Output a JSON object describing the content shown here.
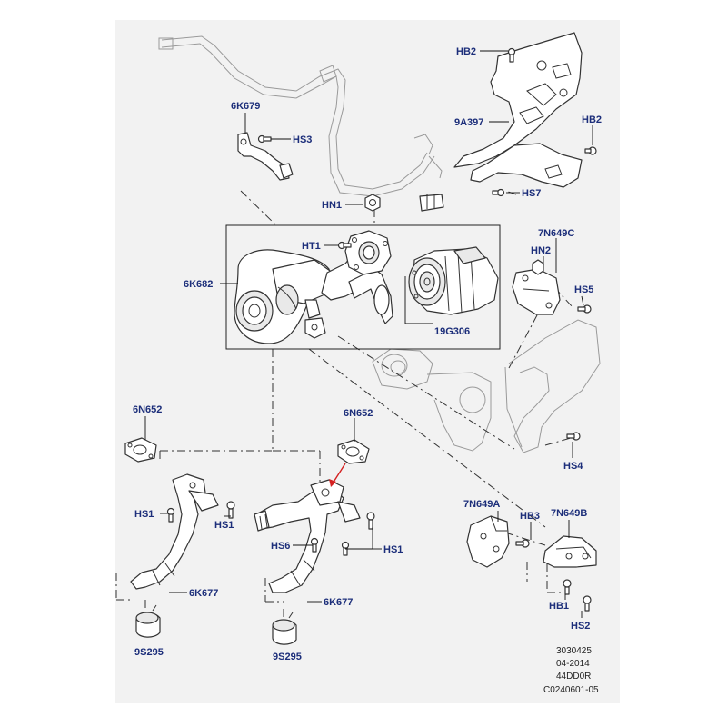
{
  "diagram": {
    "labels": {
      "hb2_top": "HB2",
      "p9a397": "9A397",
      "hb2_right": "HB2",
      "hs7": "HS7",
      "p6k679": "6K679",
      "hs3": "HS3",
      "hn1": "HN1",
      "ht1": "HT1",
      "p6k682": "6K682",
      "p19g306": "19G306",
      "p7n649c": "7N649C",
      "hn2": "HN2",
      "hs5": "HS5",
      "p6n652_left": "6N652",
      "p6n652_center": "6N652",
      "hs4": "HS4",
      "hs1_left_a": "HS1",
      "hs1_left_b": "HS1",
      "hs6": "HS6",
      "hs1_center": "HS1",
      "p6k677_left": "6K677",
      "p6k677_center": "6K677",
      "p9s295_left": "9S295",
      "p9s295_center": "9S295",
      "p7n649a": "7N649A",
      "hb3": "HB3",
      "p7n649b": "7N649B",
      "hb1": "HB1",
      "hs2": "HS2"
    },
    "footer": [
      "3030425",
      "04-2014",
      "44DD0R",
      "C0240601-05"
    ]
  }
}
